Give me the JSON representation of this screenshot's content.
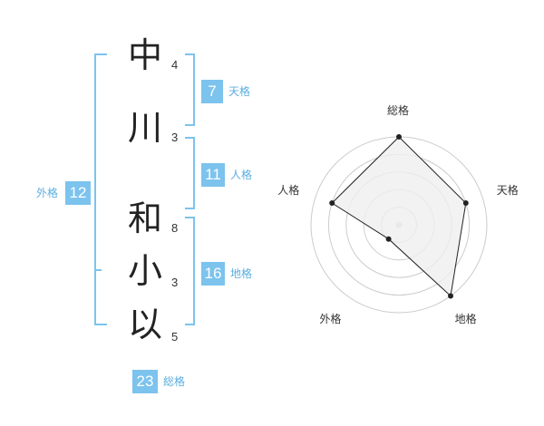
{
  "name": {
    "characters": [
      {
        "char": "中",
        "strokes": "4"
      },
      {
        "char": "川",
        "strokes": "3"
      },
      {
        "char": "和",
        "strokes": "8"
      },
      {
        "char": "小",
        "strokes": "3"
      },
      {
        "char": "以",
        "strokes": "5"
      }
    ]
  },
  "fortune": {
    "tenkaku": {
      "value": "7",
      "label": "天格"
    },
    "jinkaku": {
      "value": "11",
      "label": "人格"
    },
    "chikaku": {
      "value": "16",
      "label": "地格"
    },
    "gaikaku": {
      "value": "12",
      "label": "外格"
    },
    "soukaku": {
      "value": "23",
      "label": "総格"
    }
  },
  "colors": {
    "accent": "#7cc3ee",
    "accent_text": "#5aaee0",
    "radar_fill": "#efefef",
    "radar_line": "#222222",
    "ring": "#cccccc"
  },
  "chart_data": {
    "type": "radar",
    "axes": [
      "総格",
      "天格",
      "地格",
      "外格",
      "人格"
    ],
    "levels": 5,
    "values": [
      5,
      4,
      5,
      1,
      4
    ],
    "max": 5
  }
}
